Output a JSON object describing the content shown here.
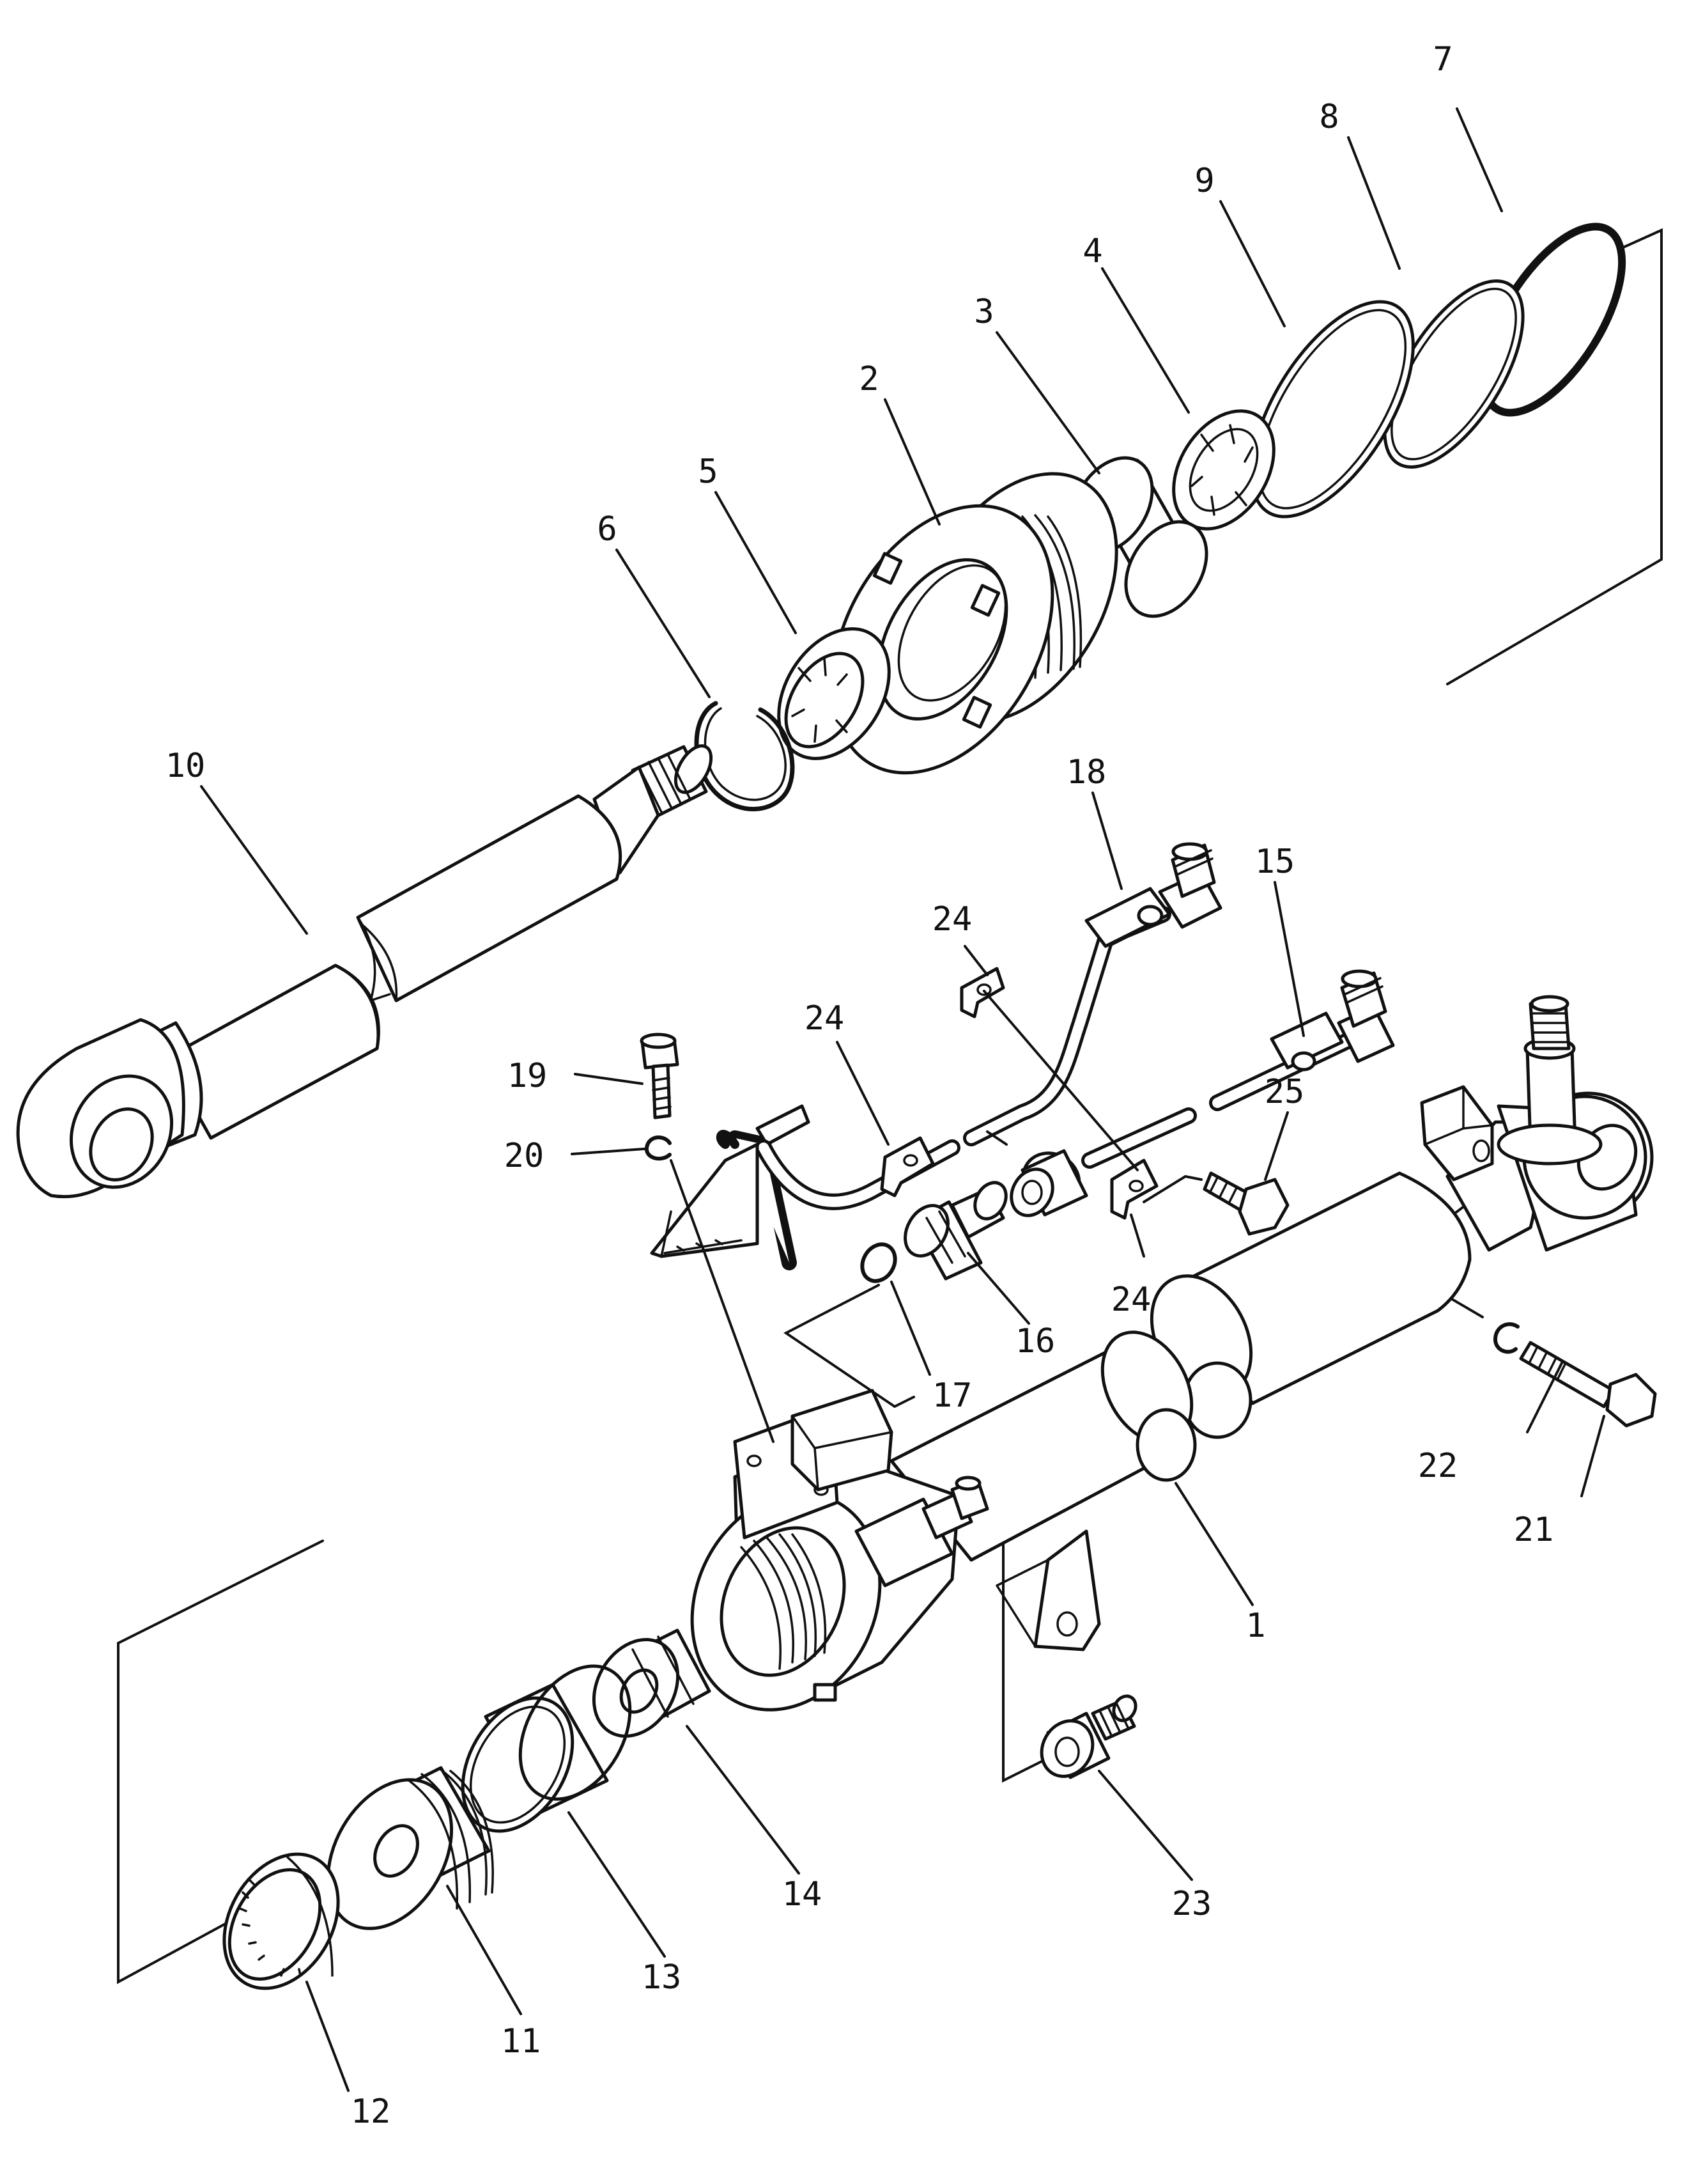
{
  "diagram": {
    "type": "exploded-parts-view",
    "colors": {
      "line": "#111111",
      "background": "#ffffff"
    },
    "callouts": [
      {
        "id": "c1",
        "label": "1"
      },
      {
        "id": "c2",
        "label": "2"
      },
      {
        "id": "c3",
        "label": "3"
      },
      {
        "id": "c4",
        "label": "4"
      },
      {
        "id": "c5",
        "label": "5"
      },
      {
        "id": "c6",
        "label": "6"
      },
      {
        "id": "c7",
        "label": "7"
      },
      {
        "id": "c8",
        "label": "8"
      },
      {
        "id": "c9",
        "label": "9"
      },
      {
        "id": "c10",
        "label": "10"
      },
      {
        "id": "c11",
        "label": "11"
      },
      {
        "id": "c12",
        "label": "12"
      },
      {
        "id": "c13",
        "label": "13"
      },
      {
        "id": "c14",
        "label": "14"
      },
      {
        "id": "c15",
        "label": "15"
      },
      {
        "id": "c16",
        "label": "16"
      },
      {
        "id": "c17",
        "label": "17"
      },
      {
        "id": "c18",
        "label": "18"
      },
      {
        "id": "c19",
        "label": "19"
      },
      {
        "id": "c20",
        "label": "20"
      },
      {
        "id": "c21",
        "label": "21"
      },
      {
        "id": "c22",
        "label": "22"
      },
      {
        "id": "c23",
        "label": "23"
      },
      {
        "id": "c24a",
        "label": "24"
      },
      {
        "id": "c24b",
        "label": "24"
      },
      {
        "id": "c24c",
        "label": "24"
      },
      {
        "id": "c25",
        "label": "25"
      }
    ]
  }
}
